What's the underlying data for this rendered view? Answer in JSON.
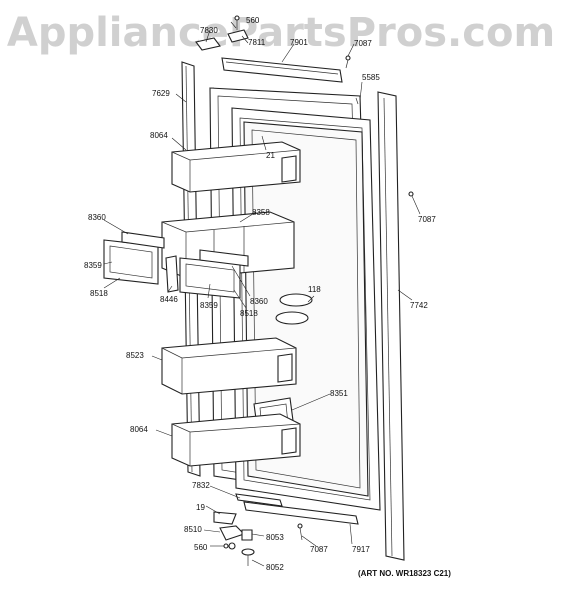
{
  "watermark": "AppliancePartsPros.com",
  "art_no": "(ART NO. WR18323 C21)",
  "callouts": {
    "c560_top": "560",
    "c7830": "7830",
    "c7811": "7811",
    "c7901": "7901",
    "c7087_top": "7087",
    "c5585": "5585",
    "c7629": "7629",
    "c8064_top": "8064",
    "c21": "21",
    "c7087_right": "7087",
    "c8360_left": "8360",
    "c8358": "8358",
    "c8359_left": "8359",
    "c8518_left": "8518",
    "c8446": "8446",
    "c8359_mid": "8359",
    "c8360_mid": "8360",
    "c8518_mid": "8518",
    "c118": "118",
    "c7742": "7742",
    "c8523": "8523",
    "c8351": "8351",
    "c8064_bottom": "8064",
    "c7832": "7832",
    "c19": "19",
    "c8510": "8510",
    "c8053": "8053",
    "c7087_bottom": "7087",
    "c7917": "7917",
    "c560_bottom": "560",
    "c8052": "8052"
  }
}
